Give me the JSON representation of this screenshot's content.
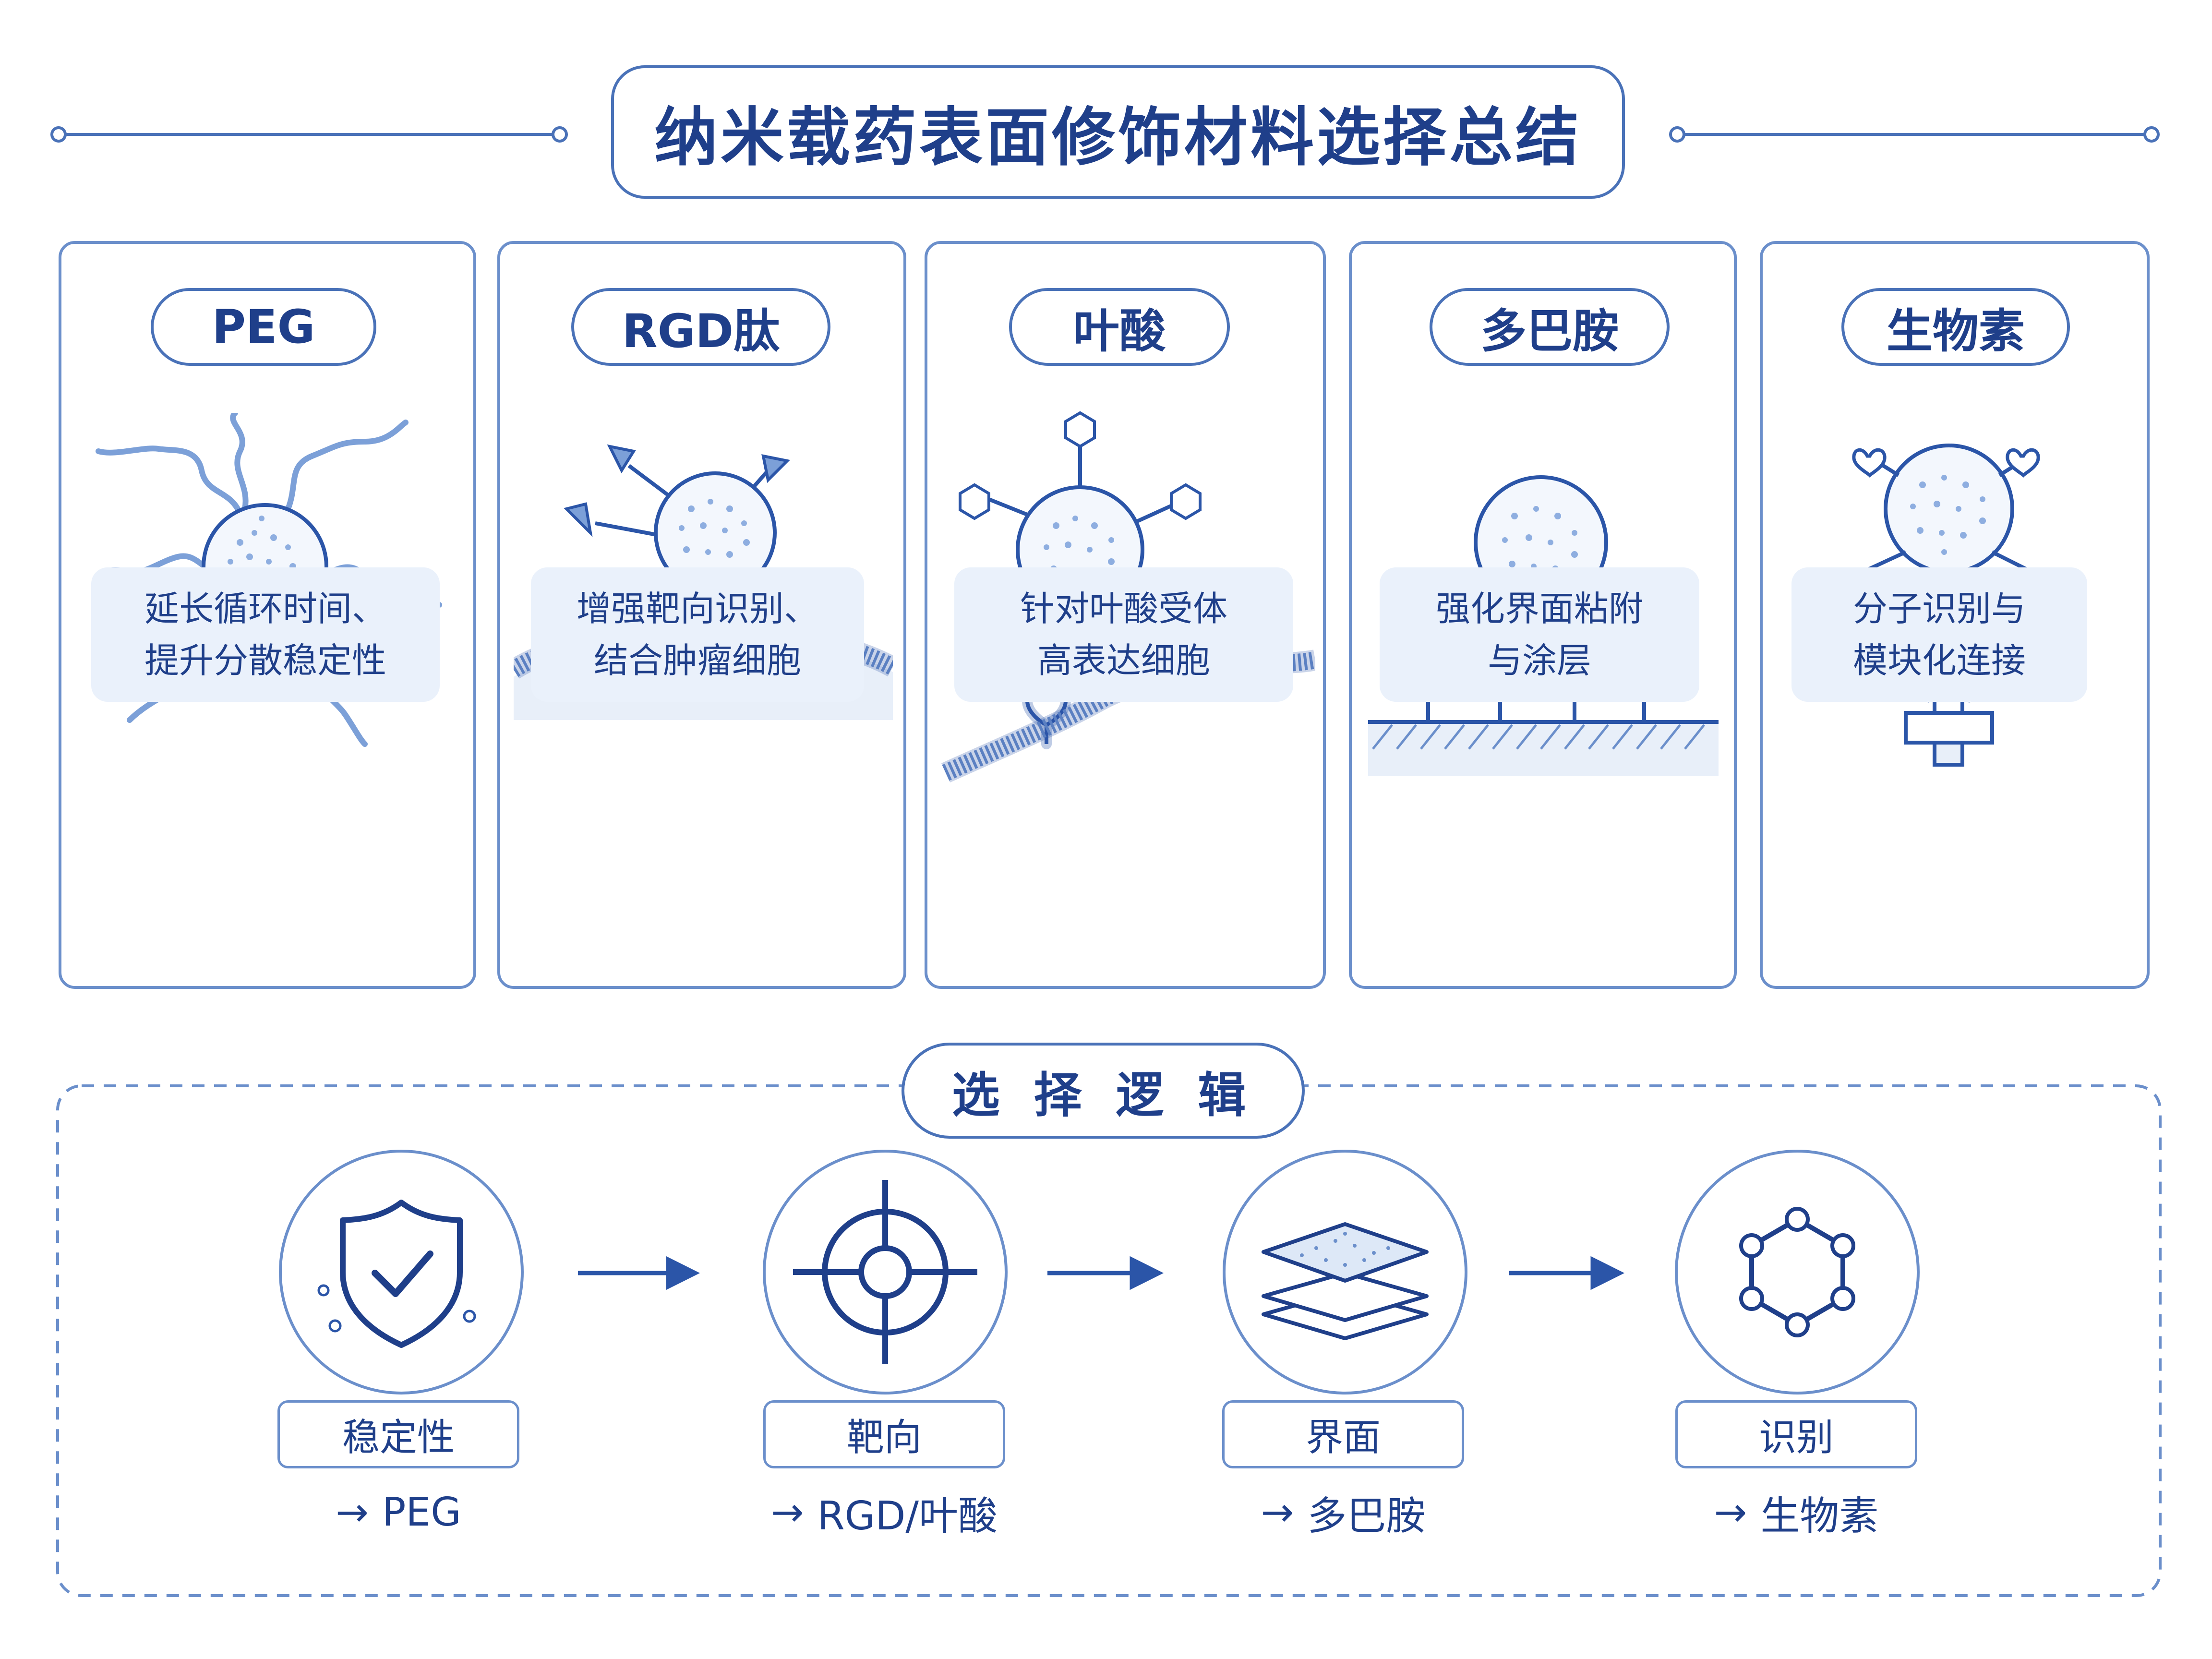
{
  "title": "纳米载药表面修饰材料选择总结",
  "materials": [
    {
      "name": "PEG",
      "desc_line1": "延长循环时间、",
      "desc_line2": "提升分散稳定性"
    },
    {
      "name": "RGD肽",
      "desc_line1": "增强靶向识别、",
      "desc_line2": "结合肿瘤细胞"
    },
    {
      "name": "叶酸",
      "desc_line1": "针对叶酸受体",
      "desc_line2": "高表达细胞"
    },
    {
      "name": "多巴胺",
      "desc_line1": "强化界面粘附",
      "desc_line2": "与涂层"
    },
    {
      "name": "生物素",
      "desc_line1": "分子识别与",
      "desc_line2": "模块化连接"
    }
  ],
  "logic": {
    "heading": "选 择 逻 辑",
    "steps": [
      {
        "label": "稳定性",
        "result": "PEG",
        "icon": "shield-check-icon"
      },
      {
        "label": "靶向",
        "result": "RGD/叶酸",
        "icon": "crosshair-target-icon"
      },
      {
        "label": "界面",
        "result": "多巴胺",
        "icon": "layers-icon"
      },
      {
        "label": "识别",
        "result": "生物素",
        "icon": "hexagon-network-icon"
      }
    ],
    "result_arrow": "→"
  },
  "colors": {
    "primary": "#1f3f8a",
    "line": "#4a72b8",
    "light": "#eaf1fb",
    "accent": "#6b8fcb"
  }
}
